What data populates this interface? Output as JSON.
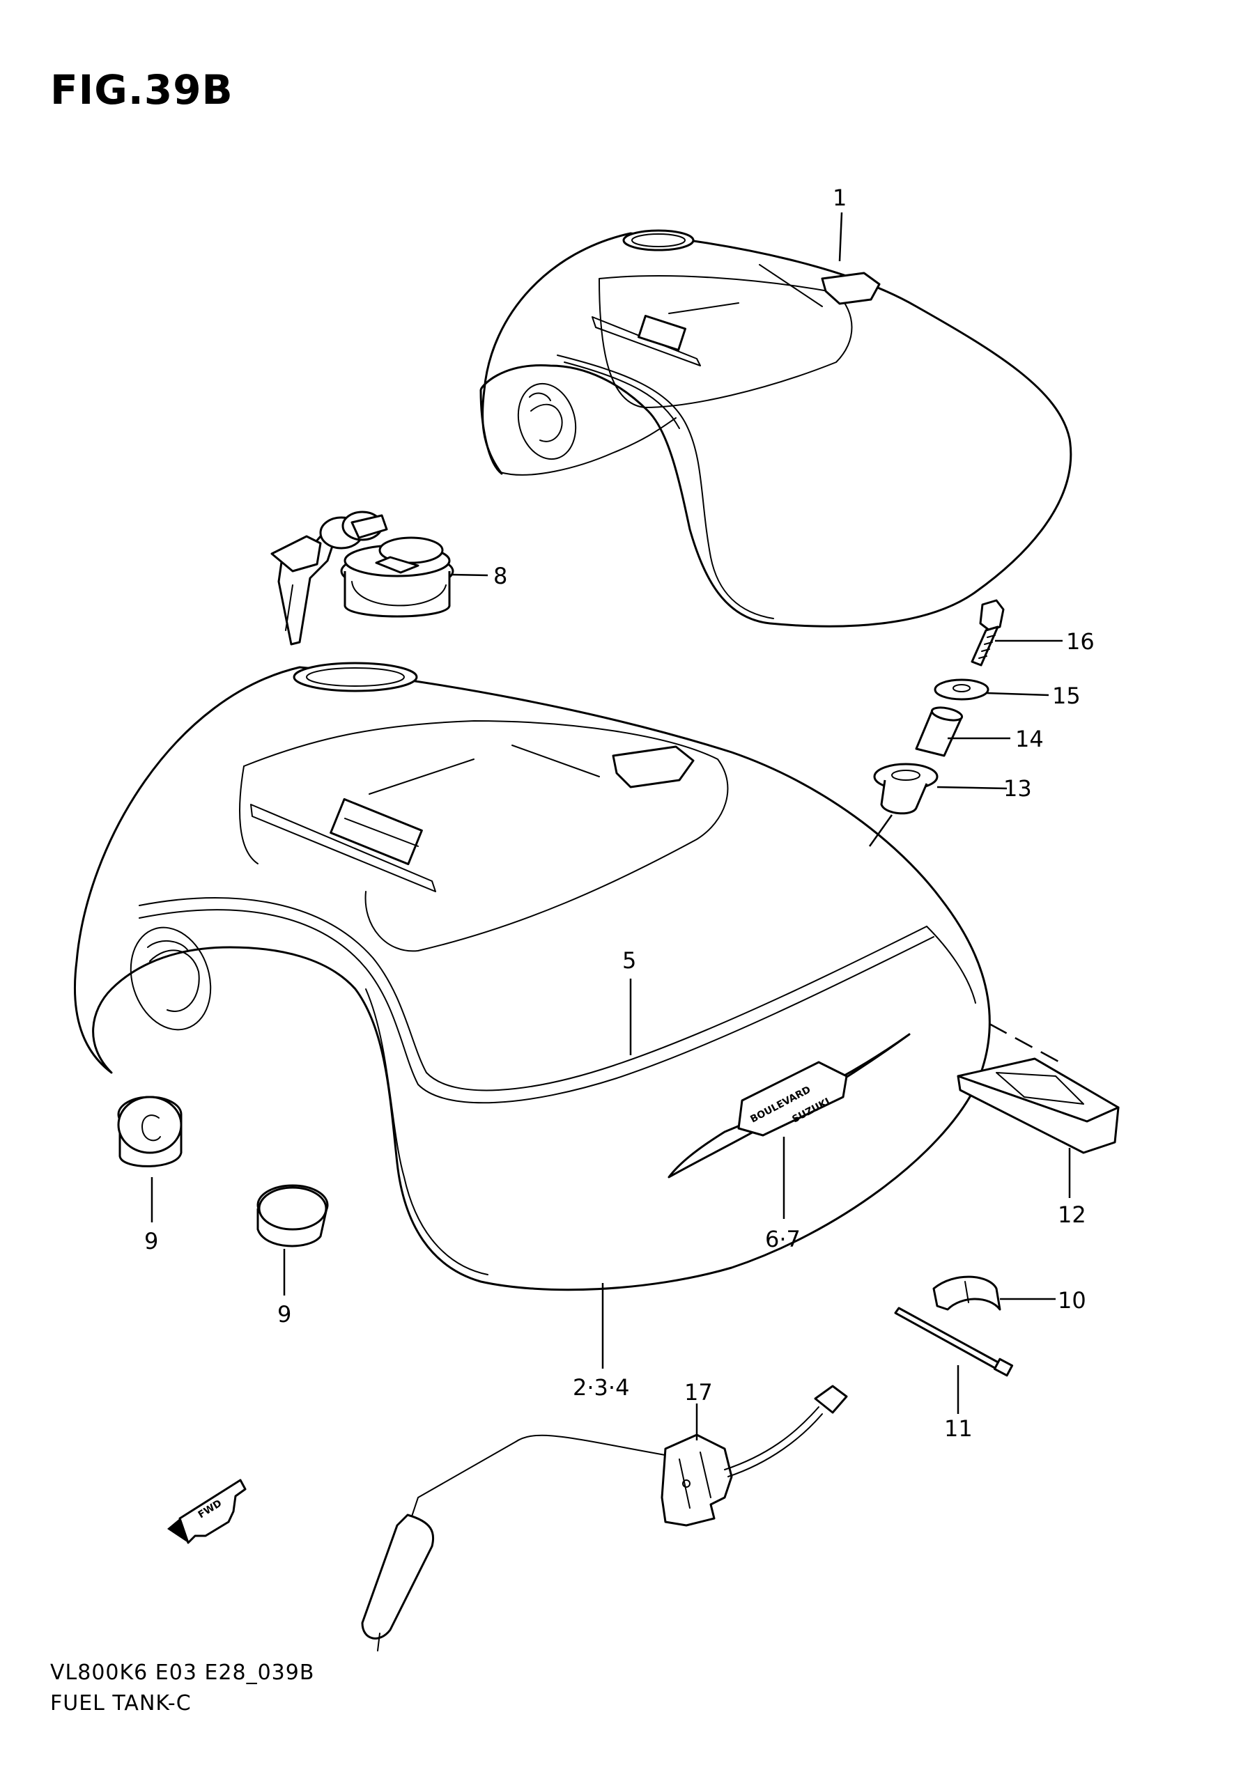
{
  "figure": {
    "title": "FIG.39B",
    "diagram_code": "VL800K6 E03 E28_039B",
    "name": "FUEL TANK-C"
  },
  "callouts": {
    "c1": "1",
    "c234": "2·3·4",
    "c5": "5",
    "c67": "6·7",
    "c8": "8",
    "c9a": "9",
    "c9b": "9",
    "c10": "10",
    "c11": "11",
    "c12": "12",
    "c13": "13",
    "c14": "14",
    "c15": "15",
    "c16": "16",
    "c17": "17"
  },
  "direction_arrow": {
    "label": "FWD"
  },
  "emblem": {
    "text": "BOULEVARD",
    "subtext": "SUZUKI"
  },
  "icons": {
    "forward": "fwd-arrow-icon"
  }
}
